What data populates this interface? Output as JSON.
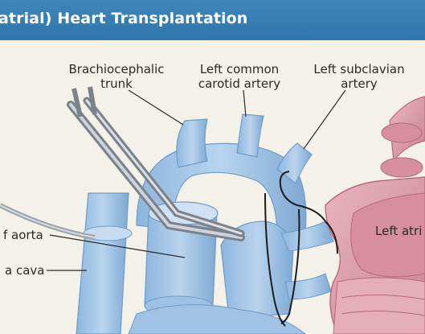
{
  "title": "atrial) Heart Transplantation",
  "labels": {
    "brachiocephalic_line1": "Brachiocephalic",
    "brachiocephalic_line2": "trunk",
    "left_common_line1": "Left common",
    "left_common_line2": "carotid artery",
    "left_subclavian_line1": "Left subclavian",
    "left_subclavian_line2": "artery",
    "left_atrium": "Left atri",
    "aorta": "f aorta",
    "vena_cava": "a cava"
  },
  "colors": {
    "title_bar": "#3583b6",
    "background": "#f4f1e8",
    "vessel_blue": "#a9c9e8",
    "vessel_blue_dark": "#6f9cc8",
    "heart_pink": "#e2a6b2",
    "heart_pink_dark": "#b86a7c",
    "suture": "#1c1c1c",
    "clamp": "#9aa0a8"
  }
}
